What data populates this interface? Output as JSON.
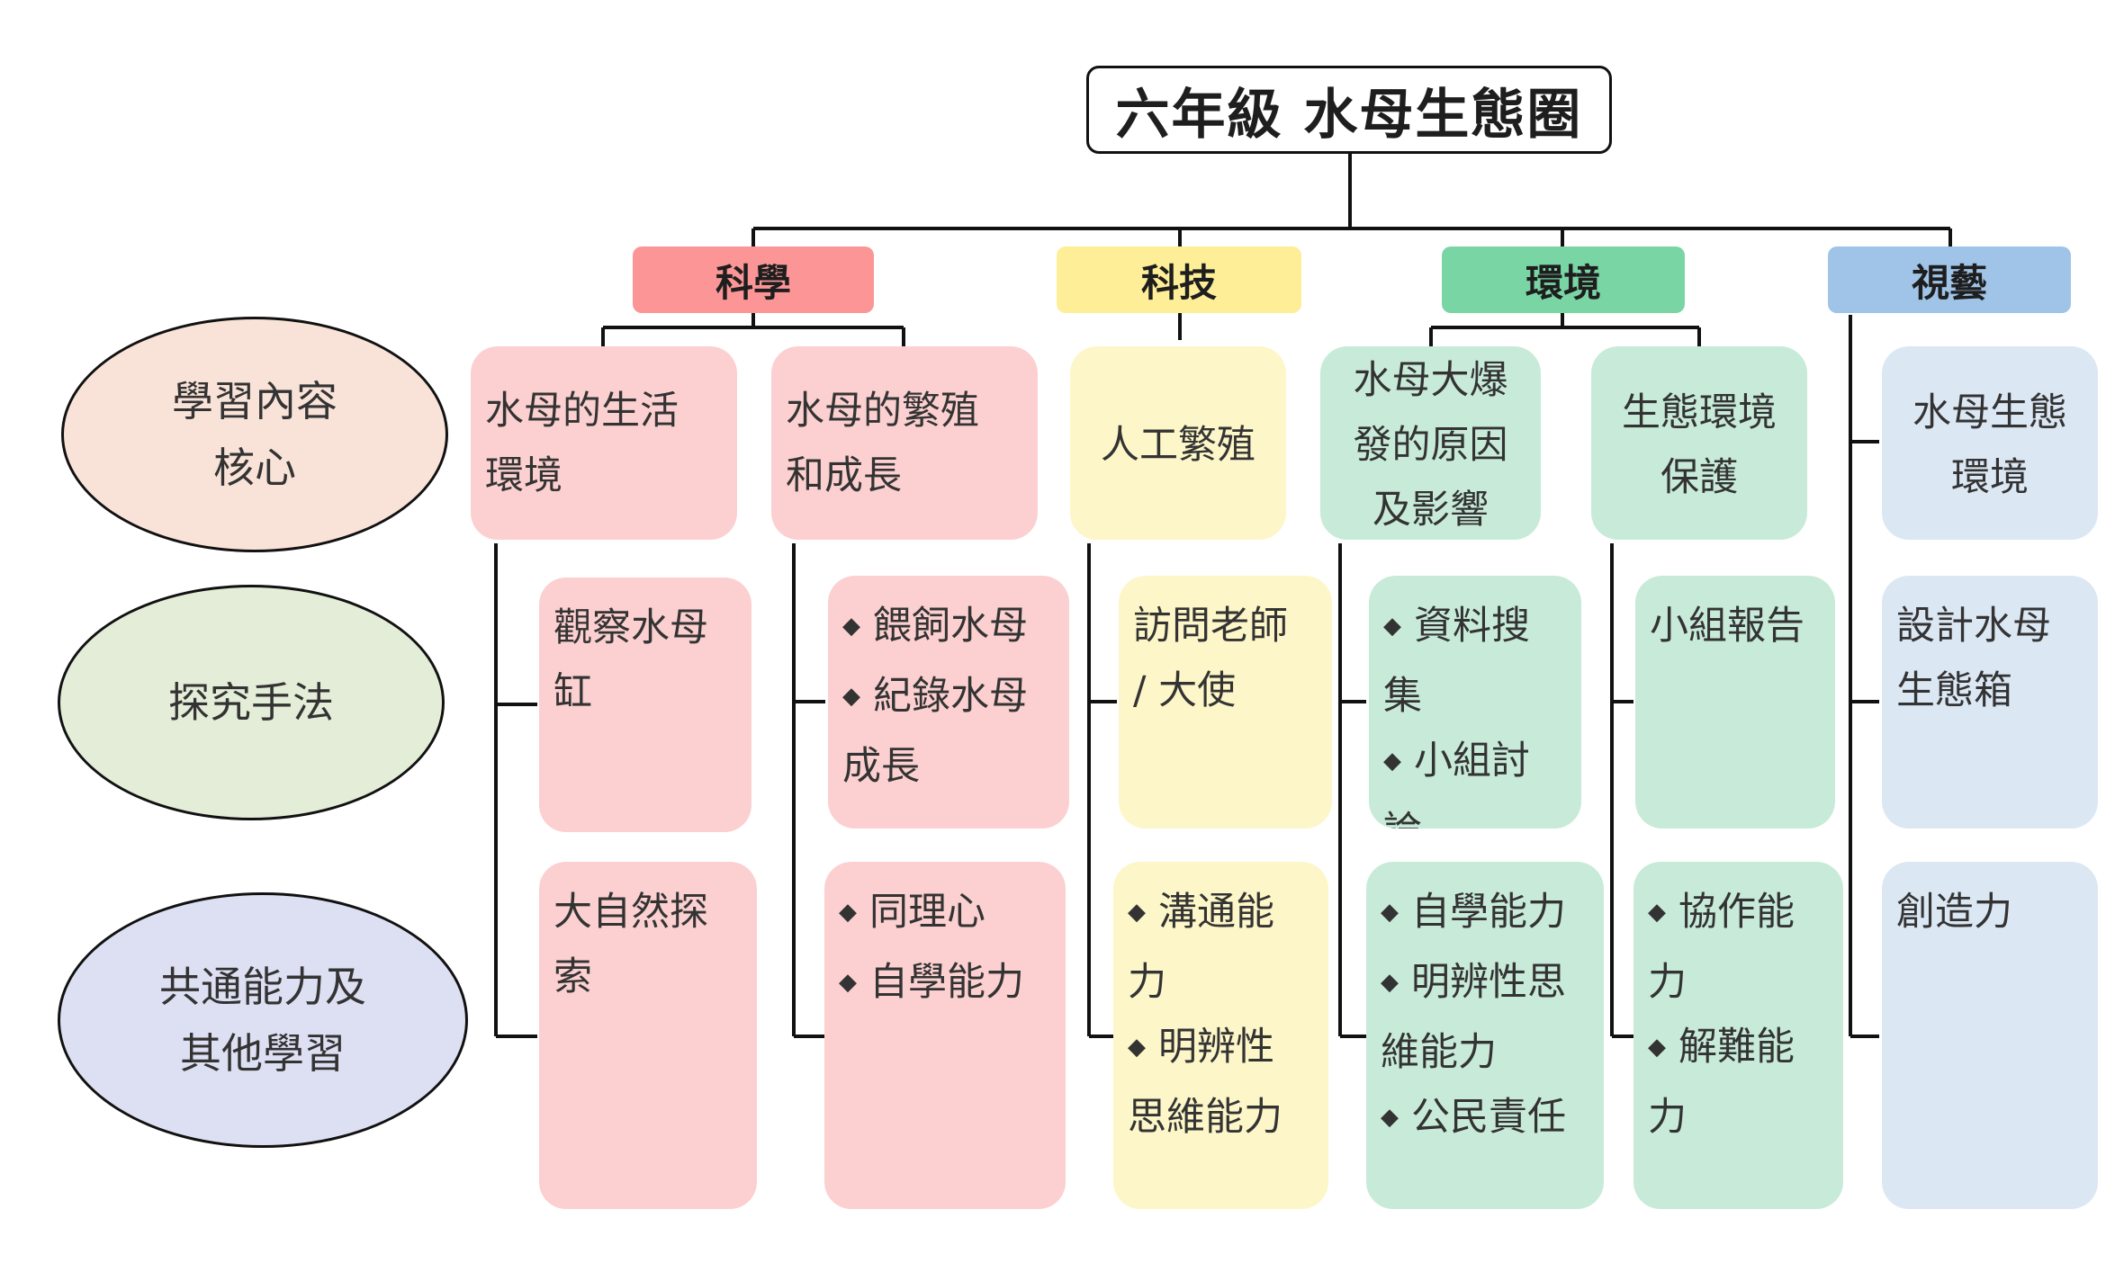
{
  "title": "六年級 水母生態圈",
  "categories": [
    {
      "label": "科學",
      "color": "#fc9596"
    },
    {
      "label": "科技",
      "color": "#fdee97"
    },
    {
      "label": "環境",
      "color": "#7ad5a5"
    },
    {
      "label": "視藝",
      "color": "#9fc4e7"
    }
  ],
  "row_labels": {
    "content": "學習內容\n核心",
    "method": "探究手法",
    "ability": "共通能力及\n其他學習"
  },
  "row_colors": [
    "#f9e3d8",
    "#e3edd7",
    "#dde0f3"
  ],
  "content": [
    "水母的生活\n環境",
    "水母的繁殖\n和成長",
    "人工繁殖",
    "水母大爆\n發的原因\n及影響",
    "生態環境\n保護",
    "水母生態\n環境"
  ],
  "method": {
    "c1": "觀察水母\n缸",
    "c2": [
      "餵飼水母",
      "紀錄水母\n成長"
    ],
    "c3": "訪問老師\n/ 大使",
    "c4": [
      "資料搜\n集",
      "小組討\n論"
    ],
    "c5": "小組報告",
    "c6": "設計水母\n生態箱"
  },
  "ability": {
    "c1": "大自然探\n索",
    "c2": [
      "同理心",
      "自學能力"
    ],
    "c3": [
      "溝通能\n力",
      "明辨性\n思維能力"
    ],
    "c4": [
      "自學能力",
      "明辨性思\n維能力",
      "公民責任"
    ],
    "c5": [
      "協作能\n力",
      "解難能\n力"
    ],
    "c6": "創造力"
  }
}
